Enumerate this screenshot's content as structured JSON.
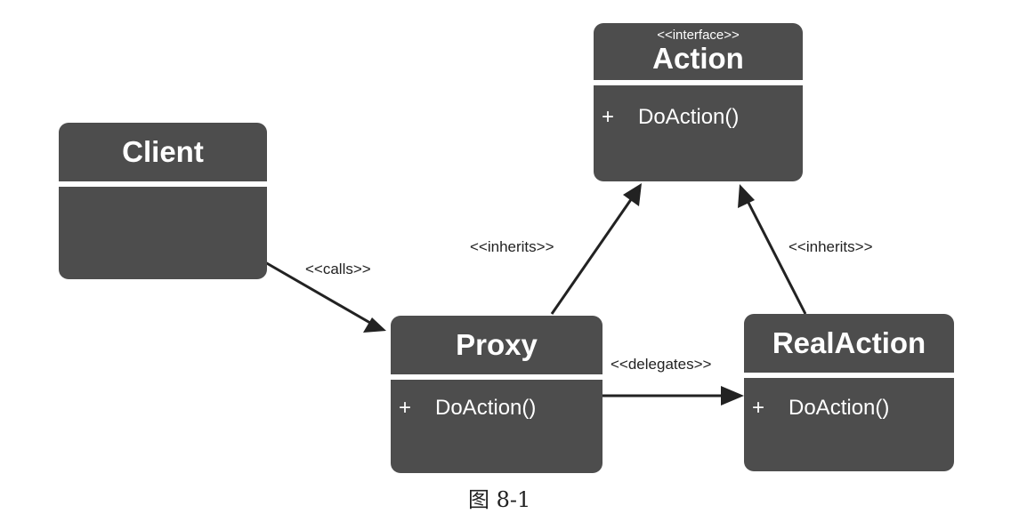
{
  "classes": {
    "client": {
      "name": "Client",
      "operations": []
    },
    "action": {
      "stereotype": "<<interface>>",
      "name": "Action",
      "operations": [
        {
          "visibility": "+",
          "signature": "DoAction()"
        }
      ]
    },
    "proxy": {
      "name": "Proxy",
      "operations": [
        {
          "visibility": "+",
          "signature": "DoAction()"
        }
      ]
    },
    "real_action": {
      "name": "RealAction",
      "operations": [
        {
          "visibility": "+",
          "signature": "DoAction()"
        }
      ]
    }
  },
  "relations": {
    "calls": "<<calls>>",
    "inherits_proxy": "<<inherits>>",
    "inherits_real": "<<inherits>>",
    "delegates": "<<delegates>>"
  },
  "caption": "图 8-1",
  "colors": {
    "box": "#4d4d4d",
    "text_on_box": "#ffffff",
    "line": "#222222"
  }
}
